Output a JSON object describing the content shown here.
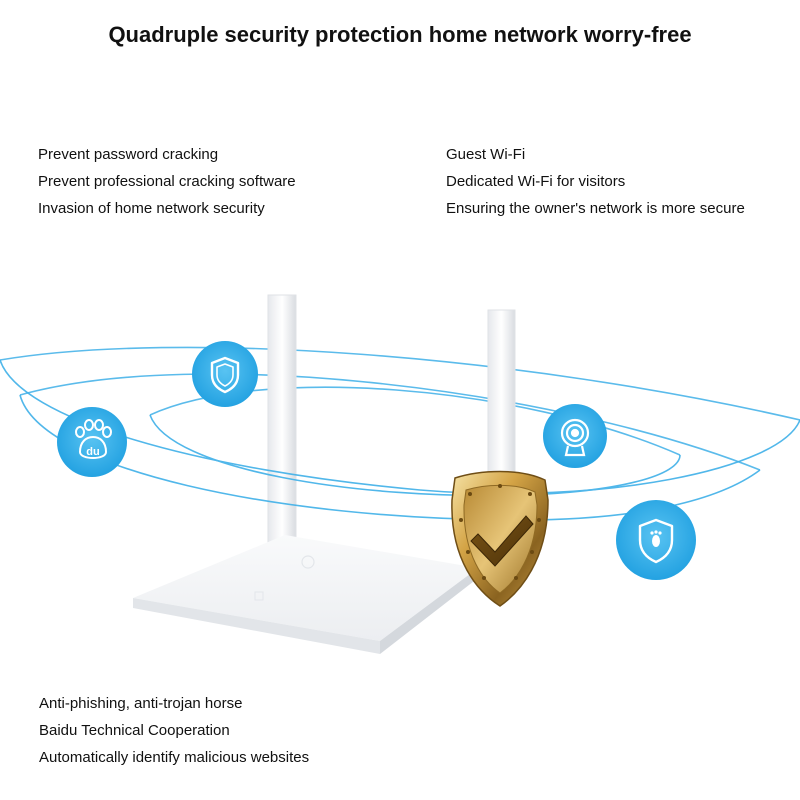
{
  "title": "Quadruple security protection home network worry-free",
  "left_features": [
    "Prevent password cracking",
    "Prevent professional cracking software",
    "Invasion of home network security"
  ],
  "right_features": [
    "Guest Wi-Fi",
    "Dedicated Wi-Fi for visitors",
    "Ensuring the owner's network is more secure"
  ],
  "bottom_features": [
    "Anti-phishing, anti-trojan horse",
    "Baidu Technical Cooperation",
    "Automatically identify malicious websites"
  ],
  "badge_logo_text": "du",
  "colors": {
    "accent_blue": "#2ea8e6",
    "ring_blue": "#35aee8",
    "shield_gold": "#d6a84a",
    "router_white": "#f4f5f7"
  },
  "icons": [
    "shield-icon",
    "baidu-paw-icon",
    "guest-wifi-icon",
    "footprint-shield-icon",
    "gold-checkmark-shield"
  ]
}
